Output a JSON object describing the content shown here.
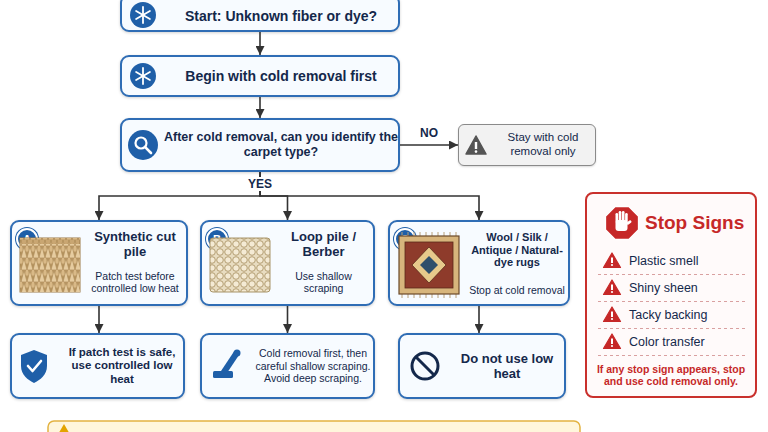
{
  "diagram": {
    "nodes": [
      {
        "text": [
          "Start: Unknown fiber or dye?"
        ]
      },
      {
        "text": [
          "Begin with cold removal first"
        ]
      },
      {
        "text": [
          "After cold removal, can you identify the carpet type?"
        ]
      },
      {
        "text": [
          "Stay with cold removal only"
        ]
      },
      {
        "text": [
          "Synthetic cut pile",
          "Patch test before controlled low heat"
        ]
      },
      {
        "text": [
          "A"
        ],
        "in": 4
      },
      {
        "text": [
          "Loop pile / Berber",
          "Use shallow scraping"
        ]
      },
      {
        "text": [
          "B"
        ],
        "in": 6
      },
      {
        "text": [
          "Wool / Silk / Antique / Natural-dye rugs",
          "Stop at cold removal"
        ]
      },
      {
        "text": [
          "C"
        ],
        "in": 8
      },
      {
        "text": [
          "If patch test is safe, use controlled low heat"
        ]
      },
      {
        "text": [
          "Cold removal first, then careful shallow scraping. Avoid deep scraping."
        ]
      },
      {
        "text": [
          "Do not use low heat"
        ]
      },
      {
        "text": [
          "Stop Signs",
          "Plastic smell",
          "Shiny sheen",
          "Tacky backing",
          "Color transfer",
          "If any stop sign appears, stop and use cold removal only."
        ]
      }
    ],
    "edges": [
      {
        "from": 0,
        "to": 1,
        "arrow": "to"
      },
      {
        "from": 1,
        "to": 2,
        "arrow": "to"
      },
      {
        "from": 2,
        "to": 3,
        "label": "NO",
        "arrow": "to"
      },
      {
        "from": 2,
        "to": 4,
        "arrow": "to"
      },
      {
        "from": 2,
        "to": 6,
        "label": "YES",
        "arrow": "to"
      },
      {
        "from": 2,
        "to": 8,
        "arrow": "to"
      },
      {
        "from": 4,
        "to": 10,
        "arrow": "to"
      },
      {
        "from": 6,
        "to": 11,
        "arrow": "to"
      },
      {
        "from": 8,
        "to": 12,
        "arrow": "to"
      }
    ]
  }
}
